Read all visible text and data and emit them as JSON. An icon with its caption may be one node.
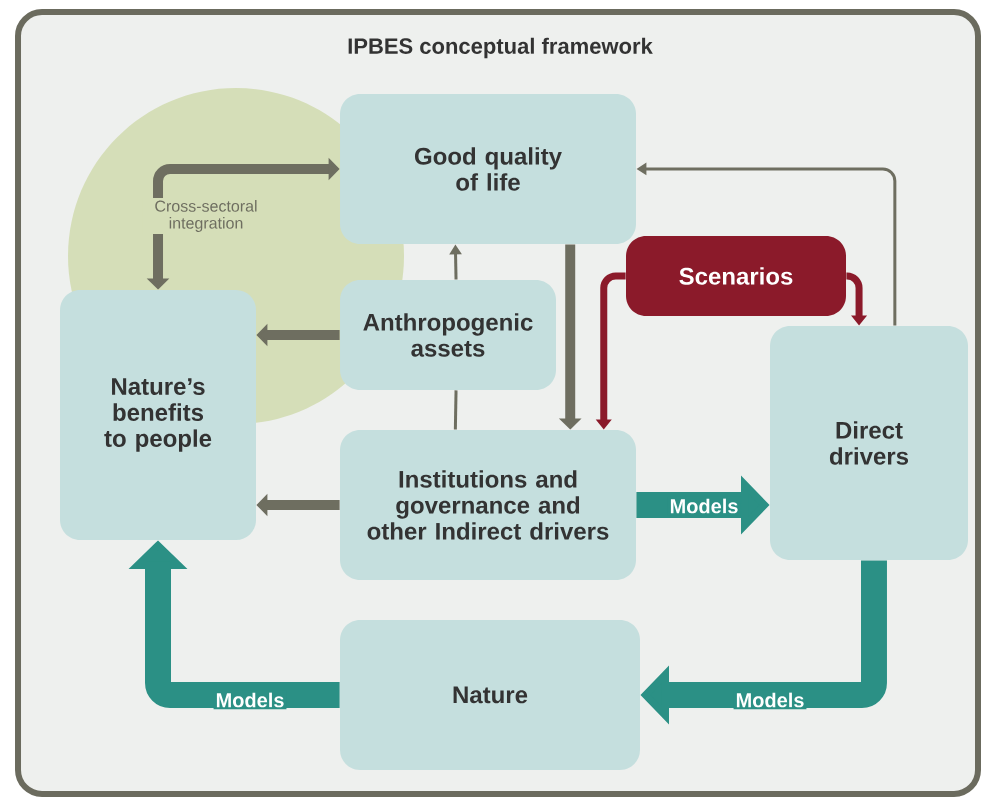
{
  "diagram": {
    "title": "IPBES conceptual framework",
    "nodes": [
      {
        "text": [
          "Good quality of life"
        ]
      },
      {
        "text": [
          "Nature’s benefits to people"
        ]
      },
      {
        "text": [
          "Anthropogenic assets"
        ]
      },
      {
        "text": [
          "Institutions and governance and other Indirect drivers"
        ]
      },
      {
        "text": [
          "Scenarios"
        ]
      },
      {
        "text": [
          "Direct drivers"
        ]
      },
      {
        "text": [
          "Nature"
        ]
      }
    ],
    "edges": [
      {
        "from": 0,
        "to": 1,
        "arrow": "both",
        "label": "Cross-sectoral integration"
      },
      {
        "from": 2,
        "to": 0,
        "arrow": "to"
      },
      {
        "from": 2,
        "to": 1,
        "arrow": "to"
      },
      {
        "from": 3,
        "to": 1,
        "arrow": "to"
      },
      {
        "from": 3,
        "to": 2,
        "arrow": "none"
      },
      {
        "from": 0,
        "to": 3,
        "arrow": "to"
      },
      {
        "from": 4,
        "to": 3,
        "arrow": "to",
        "color": "#8b1a2a"
      },
      {
        "from": 4,
        "to": 5,
        "arrow": "to",
        "color": "#8b1a2a"
      },
      {
        "from": 5,
        "to": 0,
        "arrow": "to"
      },
      {
        "from": 3,
        "to": 5,
        "arrow": "to",
        "label": "Models",
        "style": "thick",
        "color": "#2b9085"
      },
      {
        "from": 5,
        "to": 6,
        "arrow": "to",
        "label": "Models",
        "style": "thick",
        "color": "#2b9085"
      },
      {
        "from": 6,
        "to": 1,
        "arrow": "to",
        "label": "Models",
        "style": "thick",
        "color": "#2b9085"
      }
    ]
  }
}
